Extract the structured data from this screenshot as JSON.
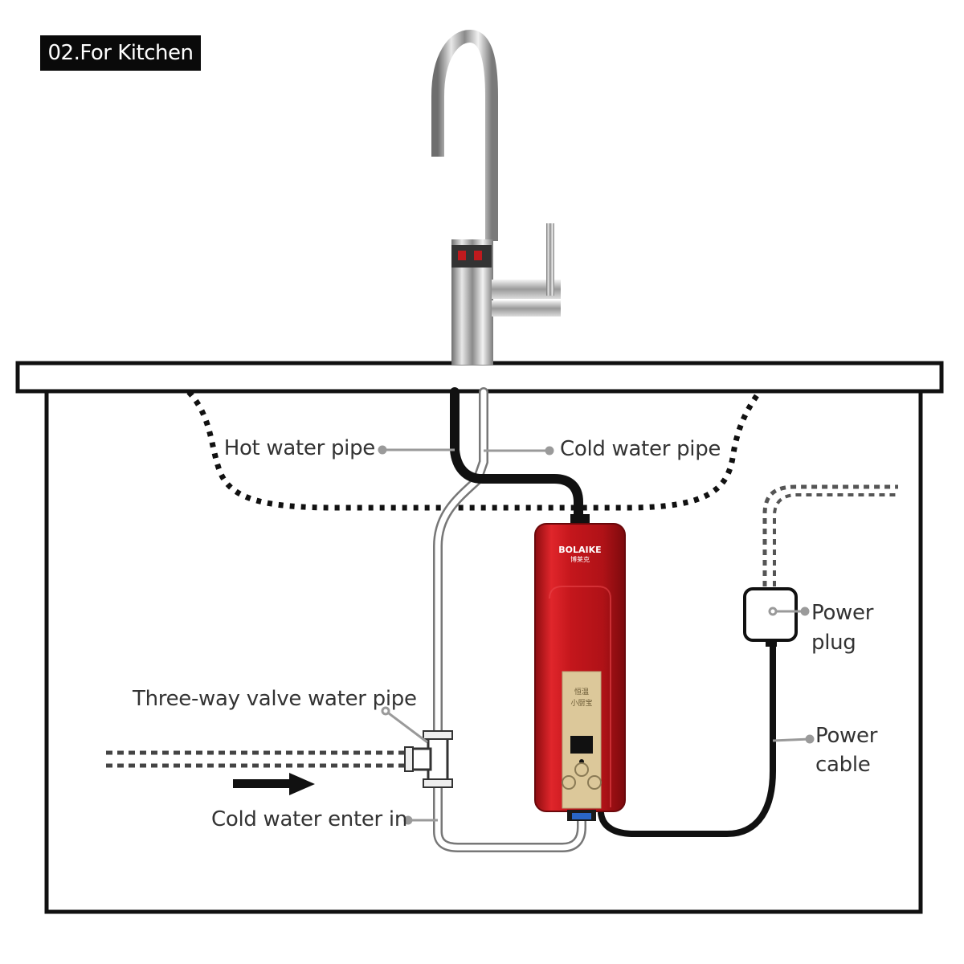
{
  "section_tag": "02.For Kitchen",
  "labels": {
    "hot_water_pipe": "Hot water pipe",
    "cold_water_pipe": "Cold water pipe",
    "power_plug": [
      "Power",
      "plug"
    ],
    "power_cable": [
      "Power",
      "cable"
    ],
    "three_way_valve": "Three-way valve water pipe",
    "cold_water_enter": "Cold water enter in"
  },
  "heater": {
    "brand": "BOLAIKE",
    "brand_sub": "博莱克",
    "panel_text": [
      "恒温",
      "小厨宝"
    ]
  },
  "colors": {
    "heater_body": "#c4161c",
    "control_panel": "#dcc89a",
    "pipe_dark": "#111111",
    "pipe_light": "#9a9a9a",
    "leader_line": "#9a9a9a"
  },
  "icons": [
    "faucet-icon",
    "flow-direction-arrow-icon",
    "power-plug-icon",
    "three-way-valve-icon",
    "power-button-icon"
  ]
}
